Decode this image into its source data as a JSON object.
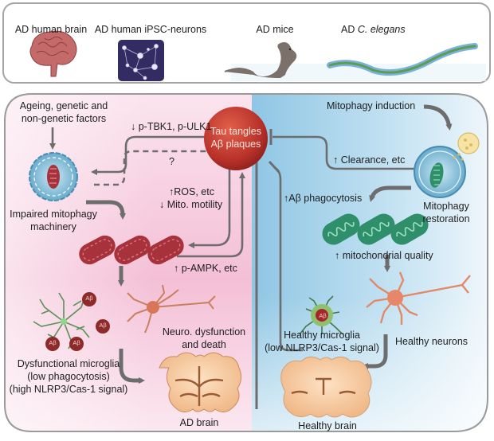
{
  "models_panel": {
    "items": [
      {
        "label": "AD human brain",
        "icon": "human-brain-icon"
      },
      {
        "label": "AD human iPSC-neurons",
        "icon": "neuron-network-icon"
      },
      {
        "label": "AD mice",
        "icon": "mouse-icon"
      },
      {
        "label_prefix": "AD ",
        "label_italic": "C. elegans",
        "icon": "worm-icon"
      }
    ]
  },
  "ad_side": {
    "cause": "Ageing, genetic and\nnon-genetic factors",
    "cause_line1": "Ageing, genetic and",
    "cause_line2": "non-genetic factors",
    "impaired_line1": "Impaired mitophagy",
    "impaired_line2": "machinery",
    "tbk1": "↓ p-TBK1, p-ULK1",
    "question": "?",
    "ros": "↑ROS, etc",
    "motility": "↓ Mito. motility",
    "ampk": "↑ p-AMPK, etc",
    "neuro_line1": "Neuro. dysfunction",
    "neuro_line2": "and death",
    "microglia_line1": "Dysfunctional microglia",
    "microglia_line2": "(low phagocytosis)",
    "microglia_line3": "(high NLRP3/Cas-1 signal)",
    "abeta": "Aβ",
    "brain_label": "AD brain"
  },
  "center": {
    "line1": "Tau tangles",
    "line2": "Aβ plaques"
  },
  "healthy_side": {
    "induction": "Mitophagy induction",
    "clearance": "↑ Clearance, etc",
    "restoration_line1": "Mitophagy",
    "restoration_line2": "restoration",
    "phagocytosis": "↑Aβ phagocytosis",
    "quality": "↑ mitochondrial quality",
    "microglia_line1": "Healthy microglia",
    "microglia_line2": "(low NLRP3/Cas-1 signal)",
    "neurons": "Healthy neurons",
    "abeta": "Aβ",
    "brain_label": "Healthy brain"
  },
  "colors": {
    "ad_bg": "#f2b8d2",
    "healthy_bg": "#a9d3ea",
    "arrow": "#6d6d6d",
    "tau_circle": "#c0392b",
    "mito_red": "#a8323c",
    "mito_green": "#2f8f6b",
    "border": "#9a9a9a"
  }
}
